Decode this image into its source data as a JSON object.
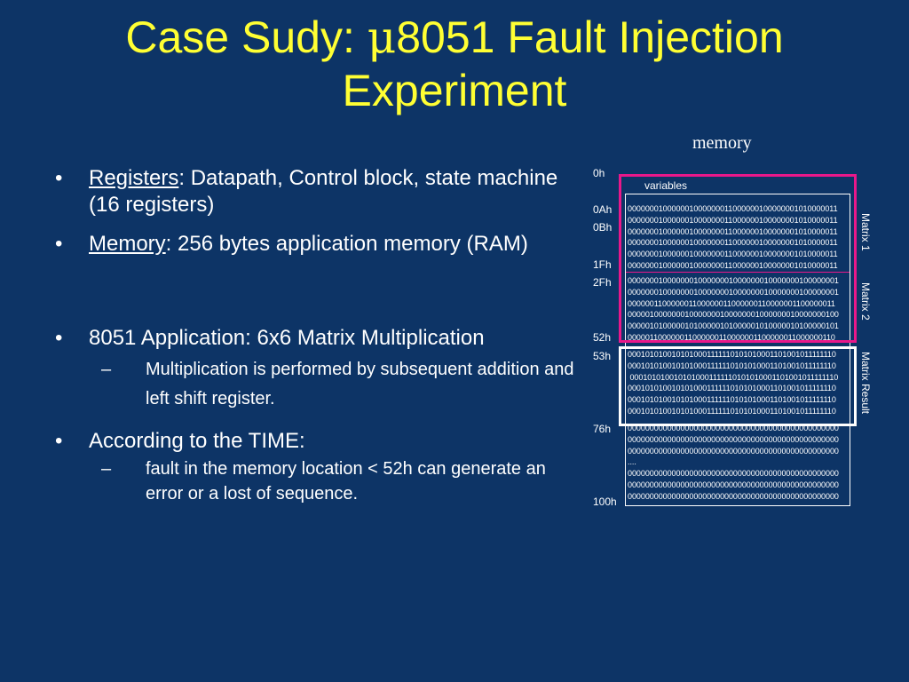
{
  "slide": {
    "title_line1_prefix": "Case Sudy: ",
    "title_mu": "μ",
    "title_line1_suffix": "8051 Fault Injection",
    "title_line2": "Experiment"
  },
  "bullets": {
    "b1_term": "Registers",
    "b1_text": ": Datapath, Control block, state machine  (16 registers)",
    "b2_term": "Memory",
    "b2_text": ": 256 bytes application memory (RAM)",
    "b3_text": "8051 Application: 6x6 Matrix Multiplication",
    "b3_sub": "Multiplication is performed by subsequent addition and left shift register.",
    "b4_text": "According to the TIME:",
    "b4_sub": "fault in the memory location < 52h can generate an error or a lost of sequence.",
    "bullet_glyph": "•",
    "dash_glyph": "–"
  },
  "memory": {
    "label": "memory",
    "variables_label": "variables",
    "addresses": [
      "0h",
      "0Ah",
      "0Bh",
      "1Fh",
      "2Fh",
      "52h",
      "53h",
      "76h",
      "100h"
    ],
    "matrix1_label": "Matrix 1",
    "matrix2_label": "Matrix 2",
    "result_label": "Matrix Result",
    "matrix1_rows": [
      "000000010000001000000011000000100000001010000011",
      "000000010000001000000011000000100000001010000011",
      "000000010000001000000011000000100000001010000011",
      "000000010000001000000011000000100000001010000011",
      "000000010000001000000011000000100000001010000011",
      "000000010000001000000011000000100000001010000011"
    ],
    "matrix2_rows": [
      "000000010000000100000001000000010000000100000001",
      "000000010000000100000001000000010000000100000001",
      "000000110000001100000011000000110000001100000011",
      "000001000000010000000100000001000000010000000100",
      "000001010000010100000101000001010000010100000101",
      "000001100000011000000110000001100000011000000110"
    ],
    "result_rows": [
      "0001010100101010001111110101010001101001011111110",
      "0001010100101010001111110101010001101001011111110",
      " 0001010100101010001111110101010001101001011111110",
      "0001010100101010001111110101010001101001011111110",
      "0001010100101010001111110101010001101001011111110",
      "0001010100101010001111110101010001101001011111110"
    ],
    "rest_rows": [
      "000000000000000000000000000000000000000000000000",
      "000000000000000000000000000000000000000000000000",
      "000000000000000000000000000000000000000000000000",
      "....",
      "000000000000000000000000000000000000000000000000",
      "000000000000000000000000000000000000000000000000",
      "000000000000000000000000000000000000000000000000"
    ]
  }
}
